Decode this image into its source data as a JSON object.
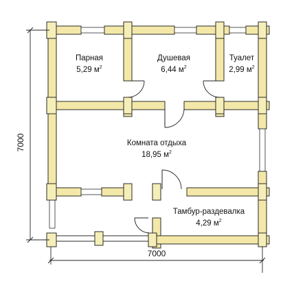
{
  "rooms": [
    {
      "name": "Парная",
      "area": "5,29 м",
      "unit_sup": "2"
    },
    {
      "name": "Душевая",
      "area": "6,44 м",
      "unit_sup": "2"
    },
    {
      "name": "Туалет",
      "area": "2,99 м",
      "unit_sup": "2"
    },
    {
      "name": "Комната отдыха",
      "area": "18,95 м",
      "unit_sup": "2"
    },
    {
      "name": "Тамбур-раздевалка",
      "area": "4,29 м",
      "unit_sup": "2"
    }
  ],
  "dimensions": {
    "width": "7000",
    "height": "7000"
  },
  "colors": {
    "wall_fill": "#f3e8a8",
    "outline": "#2a2a2a",
    "background": "#ffffff"
  }
}
